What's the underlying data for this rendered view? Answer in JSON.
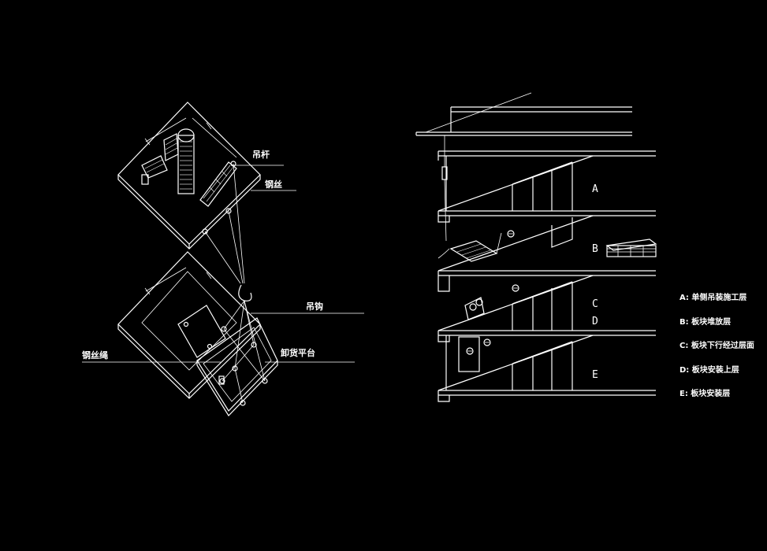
{
  "background": "#000000",
  "line_color": "#ffffff",
  "left_diagram": {
    "labels": {
      "lifting_bar": "吊杆",
      "cable": "钢丝",
      "hook": "吊钩",
      "rope": "钢丝绳",
      "platform": "卸货平台"
    }
  },
  "right_diagram": {
    "levels": [
      "A",
      "B",
      "C",
      "D",
      "E"
    ],
    "legend": [
      "A: 单侧吊装施工层",
      "B: 板块堆放层",
      "C: 板块下行经过层面",
      "D: 板块安装上层",
      "E: 板块安装层"
    ]
  }
}
